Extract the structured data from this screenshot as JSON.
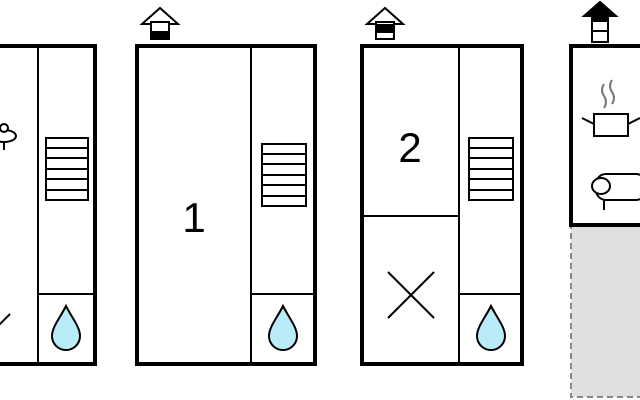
{
  "floors": [
    {
      "id": "floor-a",
      "rooms": [
        "bedroom",
        "bedroom",
        "stairs",
        "bathroom"
      ]
    },
    {
      "id": "floor-b",
      "level_icon": "floor-level-icon-ground",
      "rooms": [
        {
          "type": "bedroom",
          "number": "1"
        },
        "stairs",
        "bathroom"
      ]
    },
    {
      "id": "floor-c",
      "level_icon": "floor-level-icon-first",
      "rooms": [
        {
          "type": "bedroom",
          "number": "2"
        },
        "storage",
        "stairs",
        "bathroom"
      ]
    },
    {
      "id": "floor-d",
      "level_icon": "floor-level-icon-second",
      "rooms": [
        "kitchen",
        "living-room",
        "terrace"
      ]
    }
  ],
  "room_labels": {
    "room1": "1",
    "room2": "2"
  },
  "colors": {
    "wall": "#000000",
    "water": "#b9ecf6",
    "terrace_fill": "#e0e0e0",
    "terrace_border": "#888888"
  },
  "icons": [
    "house-level-icon",
    "stairs-icon",
    "water-drop-icon",
    "cooking-pot-icon",
    "sofa-icon",
    "cross-icon",
    "lamp-icon"
  ]
}
